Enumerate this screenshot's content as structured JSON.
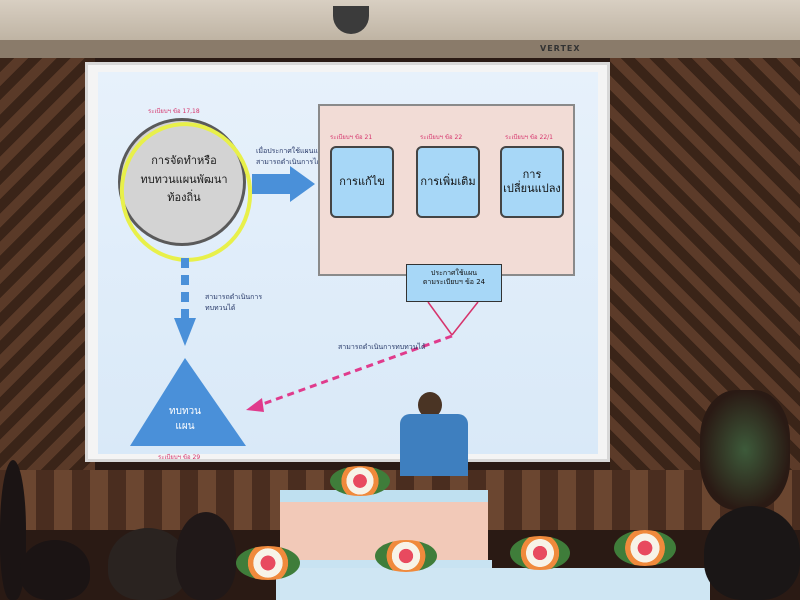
{
  "screen": {
    "brand": "VERTEX"
  },
  "slide": {
    "label_top_left": "ระเบียบฯ ข้อ 17,18",
    "circle_text": "การจัดทำหรือ\nทบทวนแผนพัฒนา\nท้องถิ่น",
    "arrow_note": "เมื่อประกาศใช้แผนแล้ว\nสามารถดำเนินการได้",
    "label_col1": "ระเบียบฯ ข้อ 21",
    "label_col2": "ระเบียบฯ ข้อ 22",
    "label_col3": "ระเบียบฯ ข้อ 22/1",
    "box1": "การแก้ไข",
    "box2": "การเพิ่มเติม",
    "box3": "การ\nเปลี่ยนแปลง",
    "announce": "ประกาศใช้แผน\nตามระเบียบฯ ข้อ 24",
    "down_note": "สามารถดำเนินการ\nทบทวนได้",
    "diag_note": "สามารถดำเนินการทบทวนได้",
    "triangle_text": "ทบทวน\nแผน",
    "label_bottom": "ระเบียบฯ ข้อ 29"
  },
  "colors": {
    "slide_bg": "#e3eefa",
    "arrow_blue": "#4a90d9",
    "highlight_yellow": "#e8f04a",
    "label_pink": "#d6336c"
  }
}
